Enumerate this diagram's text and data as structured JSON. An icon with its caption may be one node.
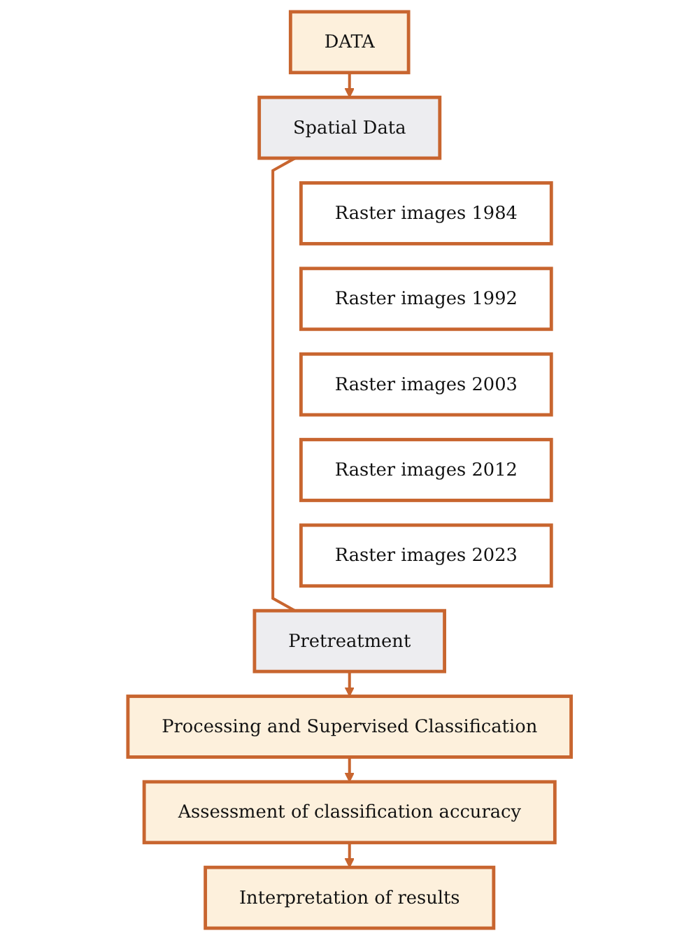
{
  "diagram": {
    "nodes": [
      {
        "text": [
          "DATA"
        ]
      },
      {
        "text": [
          "Spatial Data"
        ]
      },
      {
        "text": [
          "Raster images 1984"
        ]
      },
      {
        "text": [
          "Raster images 1992"
        ]
      },
      {
        "text": [
          "Raster images 2003"
        ]
      },
      {
        "text": [
          "Raster images 2012"
        ]
      },
      {
        "text": [
          "Raster images 2023"
        ]
      },
      {
        "text": [
          "Pretreatment"
        ]
      },
      {
        "text": [
          "Processing and Supervised Classification"
        ]
      },
      {
        "text": [
          "Assessment of classification accuracy"
        ]
      },
      {
        "text": [
          "Interpretation of results"
        ]
      }
    ],
    "edges": [
      {
        "from": 0,
        "to": 1,
        "arrow": "to"
      },
      {
        "from": 1,
        "to": 7,
        "arrow": "none"
      },
      {
        "from": 7,
        "to": 8,
        "arrow": "to"
      },
      {
        "from": 8,
        "to": 9,
        "arrow": "to"
      },
      {
        "from": 9,
        "to": 10,
        "arrow": "to"
      }
    ]
  }
}
